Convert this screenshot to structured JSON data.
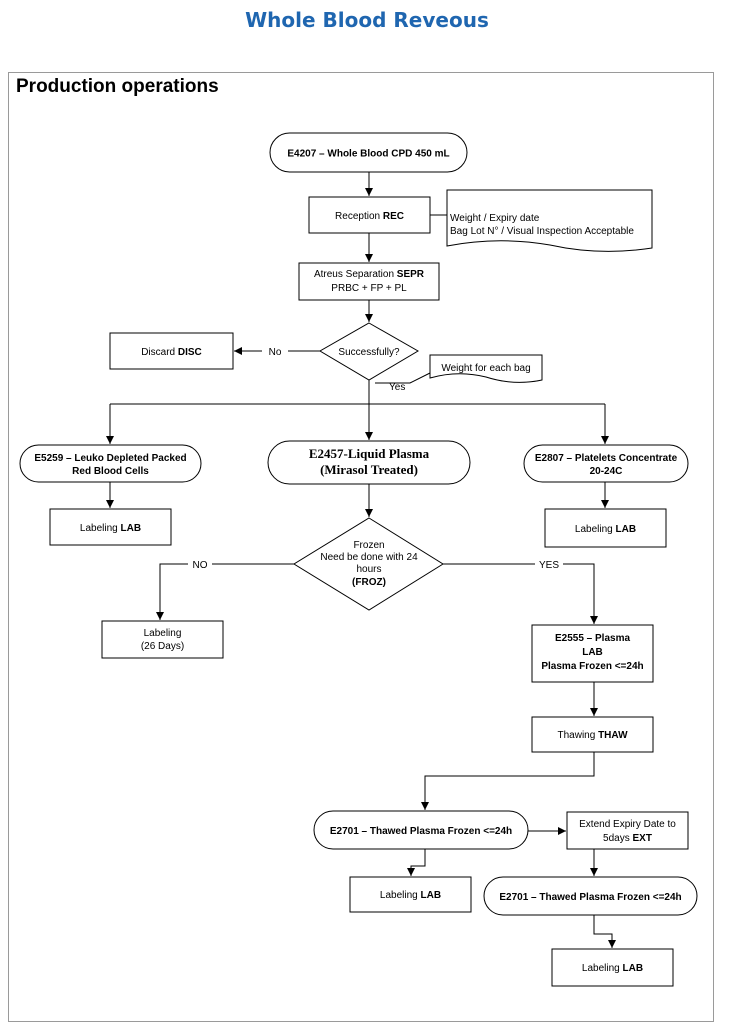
{
  "page_title": "Whole Blood Reveous",
  "section_title": "Production operations",
  "nodes": {
    "whole_blood": {
      "text": "E4207 – Whole Blood CPD 450 mL"
    },
    "reception": {
      "pre": "Reception ",
      "code": "REC"
    },
    "reception_note": {
      "line1": "Weight / Expiry date",
      "line2": "Bag Lot N° / Visual Inspection Acceptable"
    },
    "separation": {
      "pre": "Atreus Separation ",
      "code": "SEPR",
      "line2": "PRBC + FP + PL"
    },
    "decision": {
      "text": "Successfully?"
    },
    "discard": {
      "pre": "Discard ",
      "code": "DISC"
    },
    "label_no": "No",
    "label_yes": "Yes",
    "weight_note": "Weight for each bag",
    "leuko": {
      "line1": "E5259 – Leuko Depleted Packed",
      "line2": "Red Blood Cells"
    },
    "liquid_plasma": {
      "line1": "E2457-Liquid Plasma",
      "line2": "(Mirasol Treated)"
    },
    "platelets": {
      "line1": "E2807 – Platelets Concentrate",
      "line2": "20-24C"
    },
    "labeling_leuko": {
      "pre": "Labeling ",
      "code": "LAB"
    },
    "labeling_platelets": {
      "pre": "Labeling ",
      "code": "LAB"
    },
    "frozen_decision": {
      "line1": "Frozen",
      "line2": "Need be done with 24",
      "line3": "hours",
      "line4": "(FROZ)"
    },
    "label_NO": "NO",
    "label_YES": "YES",
    "labeling_26": {
      "line1": "Labeling",
      "line2": "(26 Days)"
    },
    "plasma_frozen": {
      "line1": "E2555 – Plasma",
      "line2": "LAB",
      "line3": "Plasma Frozen <=24h"
    },
    "thawing": {
      "pre": "Thawing ",
      "code": "THAW"
    },
    "thawed_1": {
      "text": "E2701 – Thawed Plasma Frozen <=24h"
    },
    "extend": {
      "line1": "Extend Expiry Date to",
      "line2_pre": "5days ",
      "line2_code": "EXT"
    },
    "labeling_thawed_1": {
      "pre": "Labeling ",
      "code": "LAB"
    },
    "thawed_2": {
      "text": "E2701 – Thawed Plasma Frozen <=24h"
    },
    "labeling_thawed_2": {
      "pre": "Labeling ",
      "code": "LAB"
    }
  }
}
